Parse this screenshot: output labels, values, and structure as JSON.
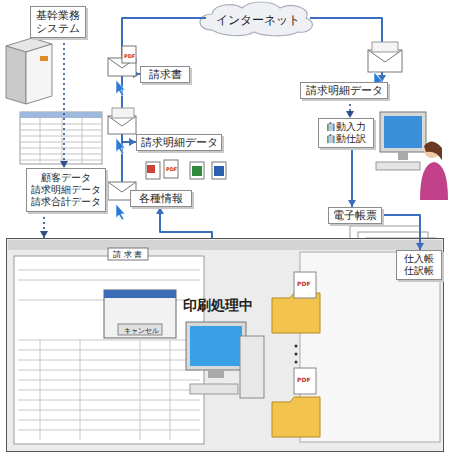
{
  "diagram": {
    "nodes": [
      {
        "text": [
          "基幹業務システム"
        ]
      },
      {
        "text": [
          "顧客データ 請求明細データ 請求合計データ"
        ]
      },
      {
        "text": [
          "請 求 書",
          "印刷処理中"
        ]
      },
      {
        "text": [
          "各種情報"
        ]
      },
      {
        "text": [
          "請求明細データ"
        ]
      },
      {
        "text": [
          "請求書"
        ]
      },
      {
        "text": [
          "インターネット"
        ]
      },
      {
        "text": [
          "請求明細データ"
        ]
      },
      {
        "text": [
          "自動入力 自動仕訳"
        ]
      },
      {
        "text": [
          "電子帳票"
        ]
      },
      {
        "text": [
          "仕入帳 仕訳帳"
        ]
      }
    ],
    "edges": [
      {
        "from": 0,
        "to": 1,
        "arrow": "to"
      },
      {
        "from": 1,
        "to": 2,
        "arrow": "to"
      },
      {
        "from": 2,
        "to": 3,
        "arrow": "to"
      },
      {
        "from": 3,
        "to": 4,
        "arrow": "to"
      },
      {
        "from": 4,
        "to": 5,
        "arrow": "to"
      },
      {
        "from": 5,
        "to": 6,
        "arrow": "none"
      },
      {
        "from": 6,
        "to": 7,
        "arrow": "to"
      },
      {
        "from": 7,
        "to": 8,
        "arrow": "to"
      },
      {
        "from": 8,
        "to": 9,
        "arrow": "to"
      },
      {
        "from": 9,
        "to": 10,
        "arrow": "to"
      }
    ],
    "labels": [
      "キャンセル",
      "PDF",
      "PDF",
      "PDF",
      "PDF"
    ]
  }
}
